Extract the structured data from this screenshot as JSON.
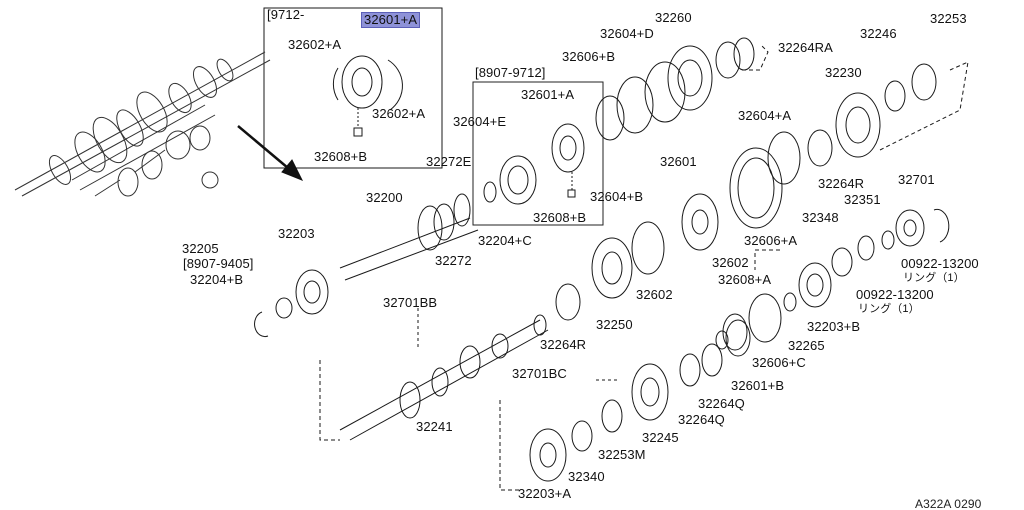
{
  "diagram": {
    "labels": [
      {
        "id": "inset-9712",
        "text": "[9712-"
      },
      {
        "id": "p32601A-top",
        "text": "32601+A"
      },
      {
        "id": "p32602A-1",
        "text": "32602+A"
      },
      {
        "id": "p32602A-2",
        "text": "32602+A"
      },
      {
        "id": "p32608B-1",
        "text": "32608+B"
      },
      {
        "id": "inset-8907-9712",
        "text": "[8907-9712]"
      },
      {
        "id": "p32601A-mid",
        "text": "32601+A"
      },
      {
        "id": "p32606B",
        "text": "32606+B"
      },
      {
        "id": "p32604D",
        "text": "32604+D"
      },
      {
        "id": "p32260",
        "text": "32260"
      },
      {
        "id": "p32264RA",
        "text": "32264RA"
      },
      {
        "id": "p32246",
        "text": "32246"
      },
      {
        "id": "p32253",
        "text": "32253"
      },
      {
        "id": "p32230",
        "text": "32230"
      },
      {
        "id": "p32604E",
        "text": "32604+E"
      },
      {
        "id": "p32272E",
        "text": "32272E"
      },
      {
        "id": "p32604A",
        "text": "32604+A"
      },
      {
        "id": "p32601",
        "text": "32601"
      },
      {
        "id": "p32264R-1",
        "text": "32264R"
      },
      {
        "id": "p32701",
        "text": "32701"
      },
      {
        "id": "p32200",
        "text": "32200"
      },
      {
        "id": "p32608B-2",
        "text": "32608+B"
      },
      {
        "id": "p32604B",
        "text": "32604+B"
      },
      {
        "id": "p32351",
        "text": "32351"
      },
      {
        "id": "p32348",
        "text": "32348"
      },
      {
        "id": "p32205",
        "text": "32205"
      },
      {
        "id": "p32203",
        "text": "32203"
      },
      {
        "id": "p32204C",
        "text": "32204+C"
      },
      {
        "id": "p32606A",
        "text": "32606+A"
      },
      {
        "id": "inset-8907-9405",
        "text": "[8907-9405]"
      },
      {
        "id": "p32272",
        "text": "32272"
      },
      {
        "id": "p32602-1",
        "text": "32602"
      },
      {
        "id": "p00922-13200-1",
        "text": "00922-13200"
      },
      {
        "id": "ring-1",
        "text": "リング（1）"
      },
      {
        "id": "p32204B",
        "text": "32204+B"
      },
      {
        "id": "p32608A",
        "text": "32608+A"
      },
      {
        "id": "p32602-2",
        "text": "32602"
      },
      {
        "id": "p00922-13200-2",
        "text": "00922-13200"
      },
      {
        "id": "ring-2",
        "text": "リング（1）"
      },
      {
        "id": "p32701BB",
        "text": "32701BB"
      },
      {
        "id": "p32250",
        "text": "32250"
      },
      {
        "id": "p32203B",
        "text": "32203+B"
      },
      {
        "id": "p32264R-2",
        "text": "32264R"
      },
      {
        "id": "p32265",
        "text": "32265"
      },
      {
        "id": "p32606C",
        "text": "32606+C"
      },
      {
        "id": "p32701BC",
        "text": "32701BC"
      },
      {
        "id": "p32601B",
        "text": "32601+B"
      },
      {
        "id": "p32264Q-1",
        "text": "32264Q"
      },
      {
        "id": "p32264Q-2",
        "text": "32264Q"
      },
      {
        "id": "p32241",
        "text": "32241"
      },
      {
        "id": "p32245",
        "text": "32245"
      },
      {
        "id": "p32253M",
        "text": "32253M"
      },
      {
        "id": "p32340",
        "text": "32340"
      },
      {
        "id": "p32203A",
        "text": "32203+A"
      },
      {
        "id": "drawing-code",
        "text": "A322A 0290"
      }
    ]
  }
}
